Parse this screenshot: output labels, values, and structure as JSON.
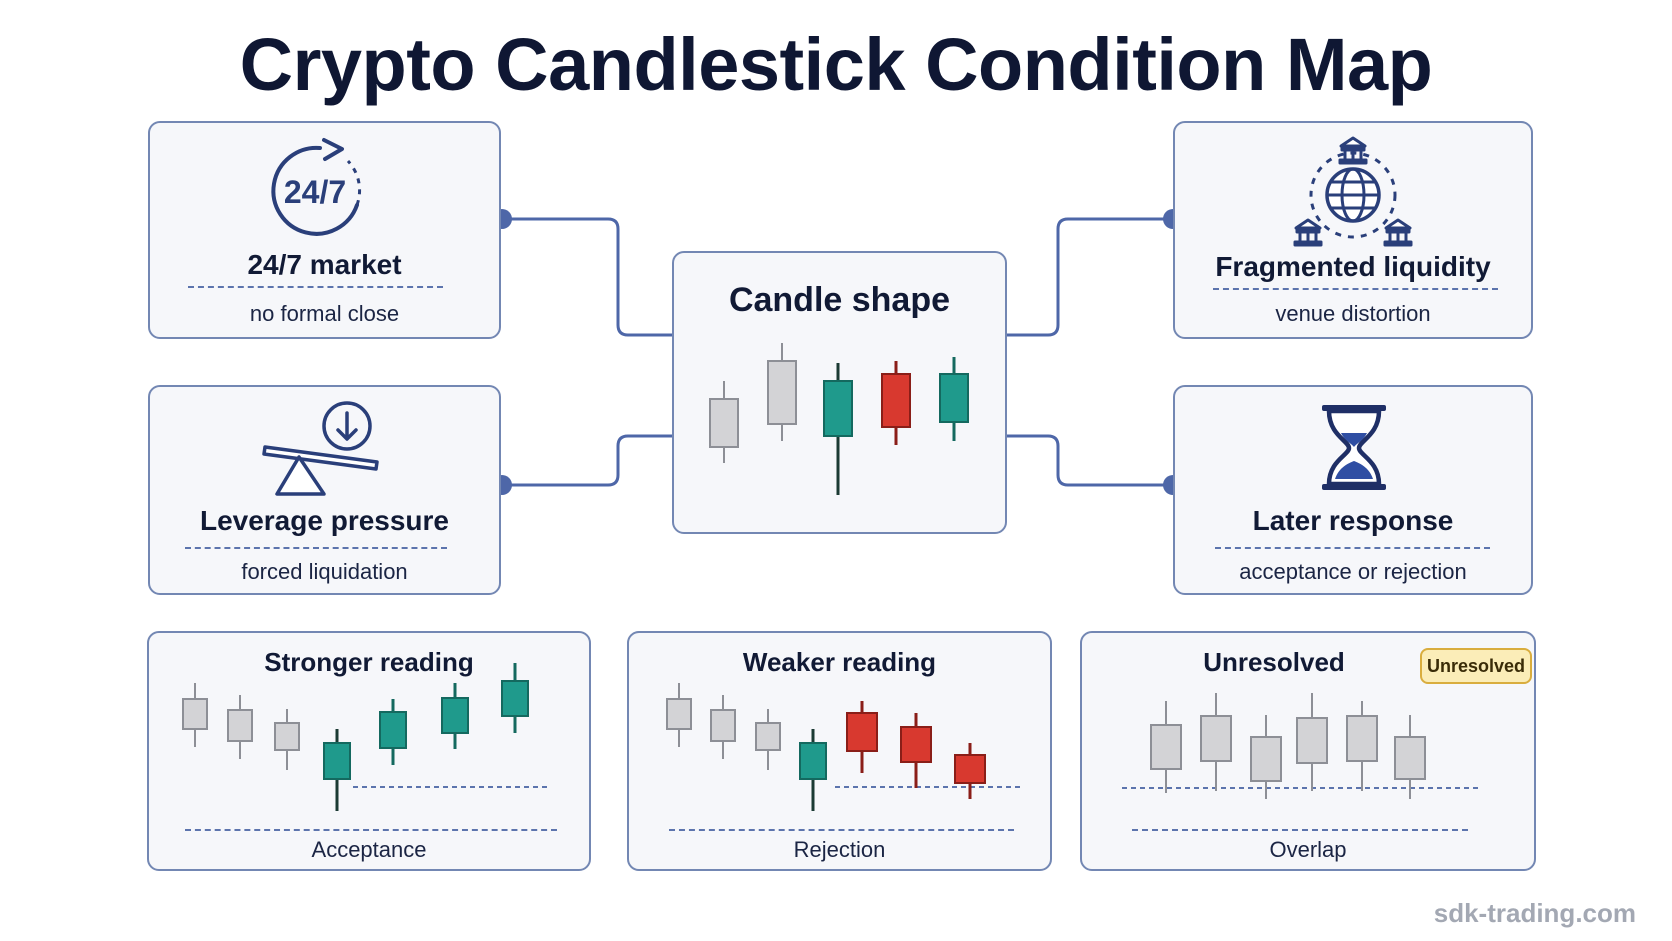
{
  "title": "Crypto Candlestick Condition Map",
  "center": {
    "title": "Candle shape"
  },
  "cards": {
    "market": {
      "title": "24/7 market",
      "subtitle": "no formal close",
      "icon_text": "24/7",
      "icon": "clock-cycle-icon"
    },
    "liquidity": {
      "title": "Fragmented liquidity",
      "subtitle": "venue distortion",
      "icon": "globe-banks-icon"
    },
    "leverage": {
      "title": "Leverage pressure",
      "subtitle": "forced liquidation",
      "icon": "seesaw-down-arrow-icon"
    },
    "later": {
      "title": "Later response",
      "subtitle": "acceptance or rejection",
      "icon": "hourglass-icon"
    }
  },
  "panels": {
    "stronger": {
      "title": "Stronger reading",
      "caption": "Acceptance"
    },
    "weaker": {
      "title": "Weaker reading",
      "caption": "Rejection"
    },
    "unresolved": {
      "title": "Unresolved",
      "caption": "Overlap",
      "badge": "Unresolved"
    }
  },
  "colors": {
    "bull": "#1f9a8c",
    "bear": "#d8392f",
    "neutral": "#d3d3d6",
    "accent": "#2a3f7a",
    "connector": "#4e67a8",
    "badge_bg": "#fbedb8"
  },
  "footer": "sdk-trading.com"
}
